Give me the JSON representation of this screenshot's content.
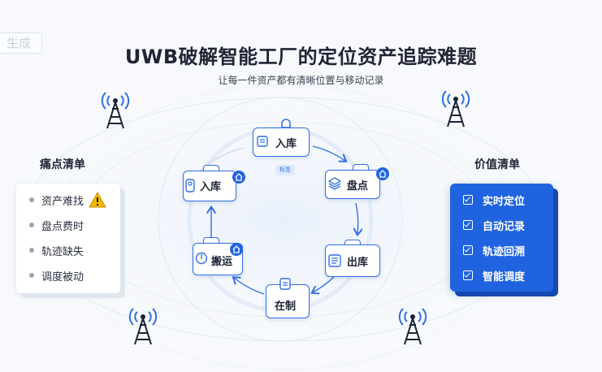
{
  "watermark": "生成",
  "title": "UWB破解智能工厂的定位资产追踪难题",
  "subtitle": "让每一件资产都有清晰位置与移动记录",
  "pain_panel": {
    "title": "痛点清单",
    "items": [
      "资产难找",
      "盘点费时",
      "轨迹缺失",
      "调度被动"
    ]
  },
  "value_panel": {
    "title": "价值清单",
    "items": [
      "实时定位",
      "自动记录",
      "轨迹回溯",
      "智能调度"
    ]
  },
  "cycle": {
    "nodes": [
      "入库",
      "盘点",
      "出库",
      "在制",
      "搬运",
      "入库"
    ],
    "tag": "标签"
  },
  "colors": {
    "accent": "#1f63e0",
    "node_border": "#2f6ee6",
    "warning": "#f5b800"
  },
  "icons": [
    "uwb-antenna-tower-icon",
    "warning-icon",
    "checkbox-icon",
    "document-icon",
    "stack-icon",
    "home-badge-icon",
    "tag-icon",
    "power-icon"
  ]
}
